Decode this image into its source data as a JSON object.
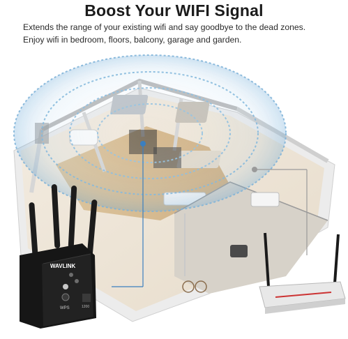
{
  "header": {
    "title": "Boost Your WIFI Signal",
    "line1": "Extends the range of your existing wifi and say goodbye to the dead zones.",
    "line2": "Enjoy wifi in bedroom, floors, balcony, garage and garden."
  },
  "device": {
    "brand": "WAVLINK",
    "wps_label": "WPS",
    "speed_label": "1200"
  },
  "colors": {
    "wave": "#7fb3d9",
    "wave_light": "#cfe3f2",
    "device": "#1c1c1c",
    "router": "#e8e8e8",
    "pointer": "#3b7fbf"
  },
  "icons": [
    "wifi-wave-icon",
    "extender-device",
    "router-device"
  ]
}
